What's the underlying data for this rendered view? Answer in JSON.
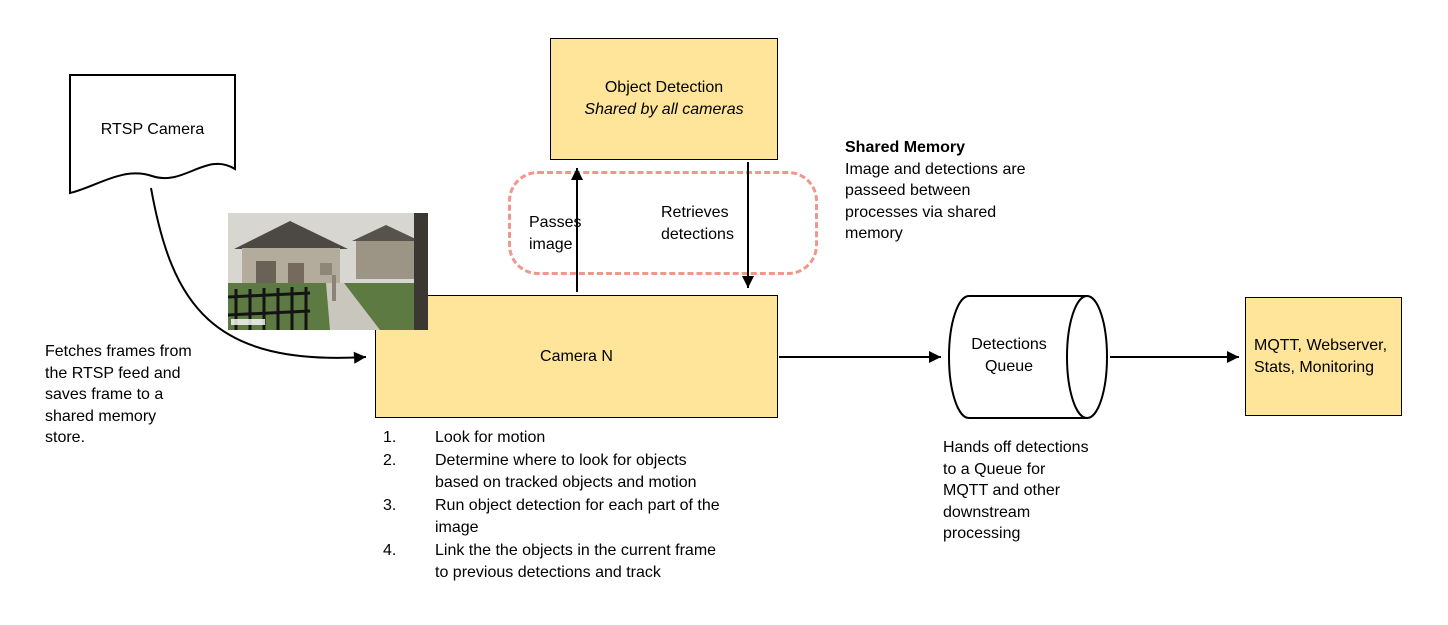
{
  "colors": {
    "box_fill": "#ffe599",
    "box_border": "#000000",
    "dashed_border": "#f0968a",
    "arrow": "#000000"
  },
  "nodes": {
    "rtsp_camera": {
      "label": "RTSP Camera"
    },
    "object_detection": {
      "title": "Object Detection",
      "subtitle": "Shared by all cameras"
    },
    "camera_n": {
      "label": "Camera N"
    },
    "detections_queue": {
      "lines": [
        "Detections",
        "Queue"
      ]
    },
    "mqtt": {
      "lines": [
        "MQTT, Webserver,",
        "Stats, Monitoring"
      ]
    }
  },
  "labels": {
    "passes_image": {
      "lines": [
        "Passes",
        "image"
      ]
    },
    "retrieves_detections": {
      "lines": [
        "Retrieves",
        "detections"
      ]
    }
  },
  "notes": {
    "fetch": {
      "lines": [
        "Fetches frames from",
        "the RTSP feed and",
        "saves frame to a",
        "shared memory",
        "store."
      ]
    },
    "shared_memory": {
      "title": "Shared Memory",
      "lines": [
        "Image and detections are",
        "passeed between",
        "processes via shared",
        "memory"
      ]
    },
    "queue_handoff": {
      "lines": [
        "Hands off detections",
        "to a Queue for",
        "MQTT and other",
        "downstream",
        "processing"
      ]
    }
  },
  "camera": {
    "steps": [
      {
        "num": "1.",
        "lines": [
          "Look for motion"
        ]
      },
      {
        "num": "2.",
        "lines": [
          "Determine where to look for objects",
          "based on tracked objects and motion"
        ]
      },
      {
        "num": "3.",
        "lines": [
          "Run object detection for each part of the",
          "image"
        ]
      },
      {
        "num": "4.",
        "lines": [
          "Link the the objects in the current frame",
          "to previous detections and track"
        ]
      }
    ]
  }
}
